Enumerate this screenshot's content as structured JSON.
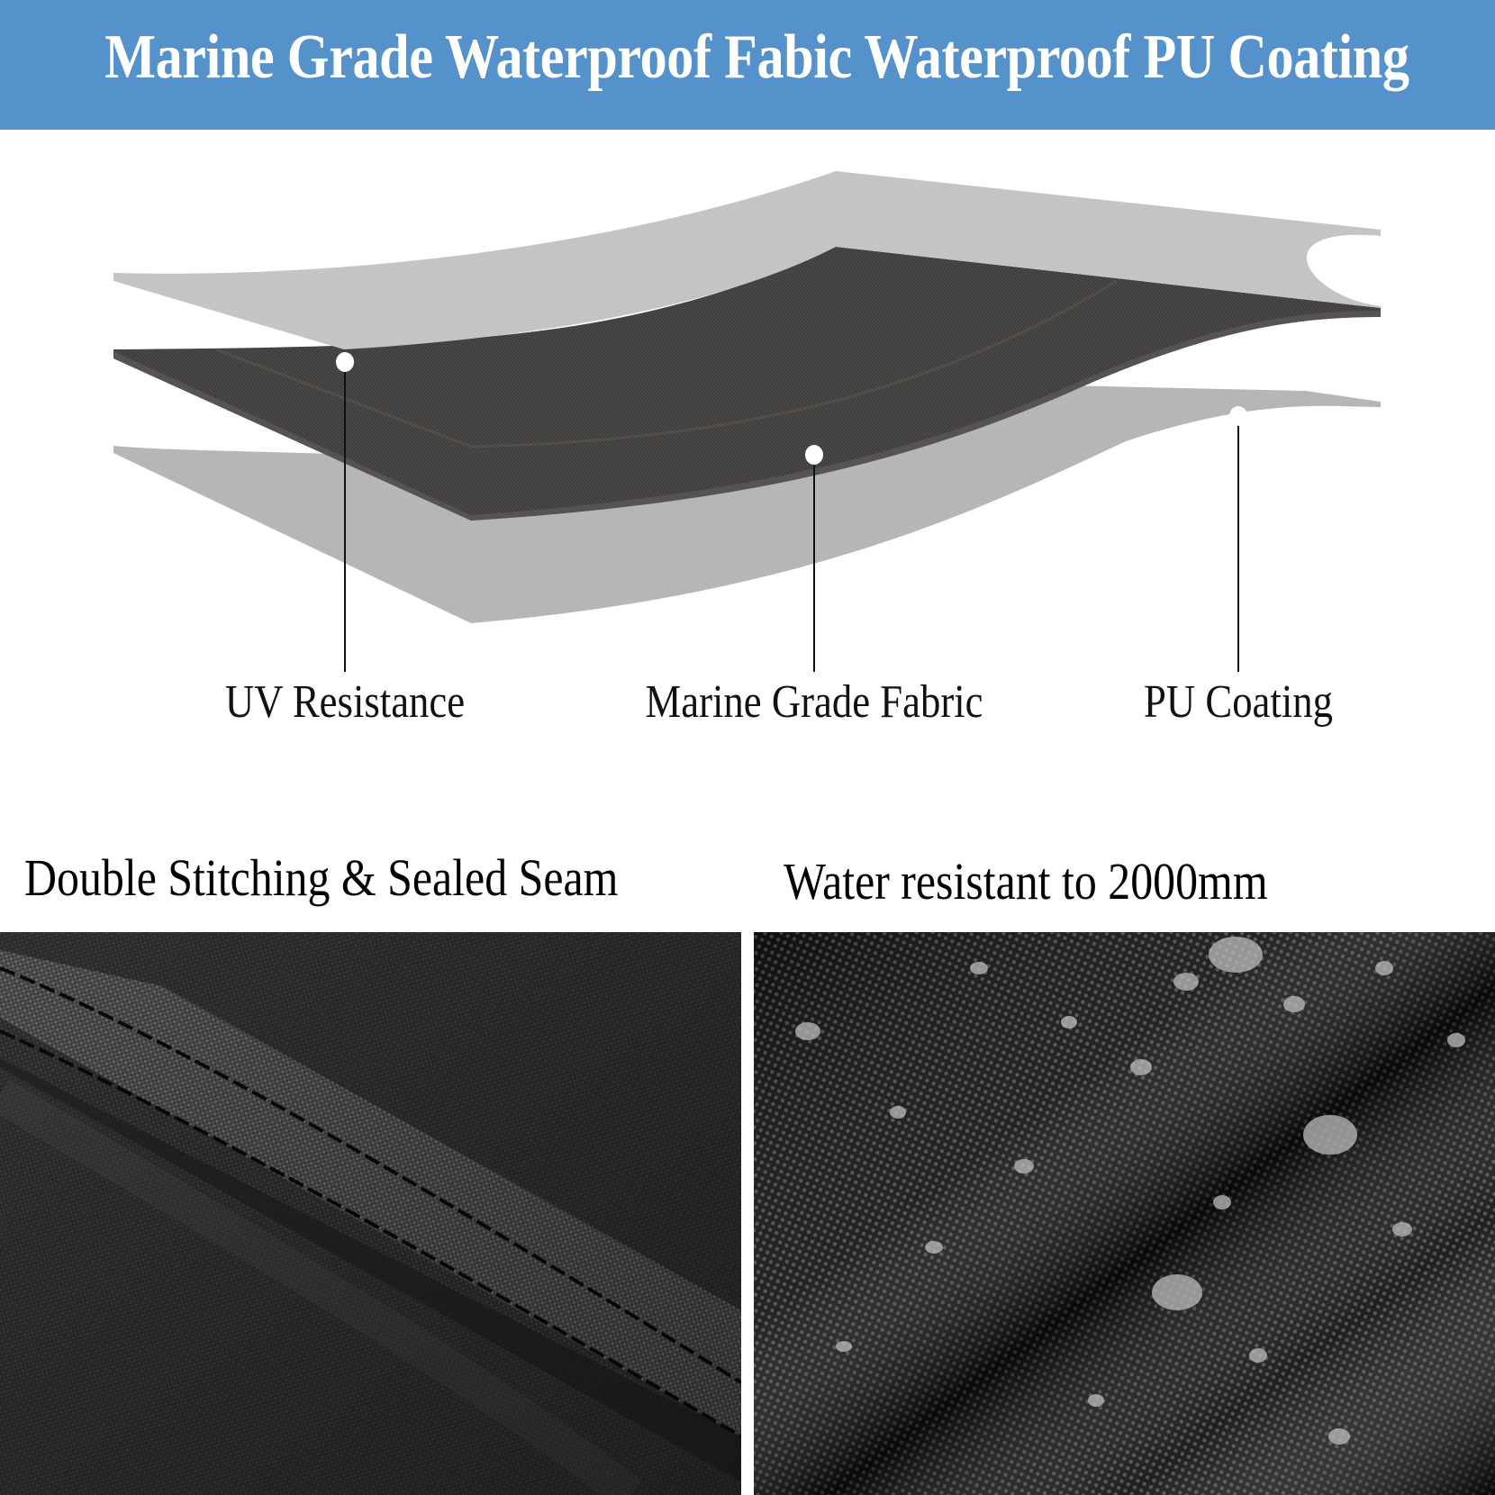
{
  "banner": {
    "title": "Marine Grade Waterproof Fabic Waterproof PU Coating",
    "background_color": "#5592CB",
    "text_color": "#FFFFFF"
  },
  "layer_diagram": {
    "layers": [
      {
        "name": "top-layer",
        "color": "#C4C4C4"
      },
      {
        "name": "middle-layer",
        "color": "#3F3D3B"
      },
      {
        "name": "bottom-layer",
        "color": "#B6B6B6"
      }
    ],
    "labels": [
      {
        "text": "UV Resistance",
        "marker": "white-dot"
      },
      {
        "text": "Marine Grade Fabric",
        "marker": "white-dot"
      },
      {
        "text": "PU Coating",
        "marker": "white-dot"
      }
    ]
  },
  "features": [
    {
      "heading": "Double Stitching & Sealed Seam",
      "image": "seam-stitching-closeup-photo"
    },
    {
      "heading": "Water resistant to 2000mm",
      "image": "water-droplets-on-fabric-photo"
    }
  ]
}
